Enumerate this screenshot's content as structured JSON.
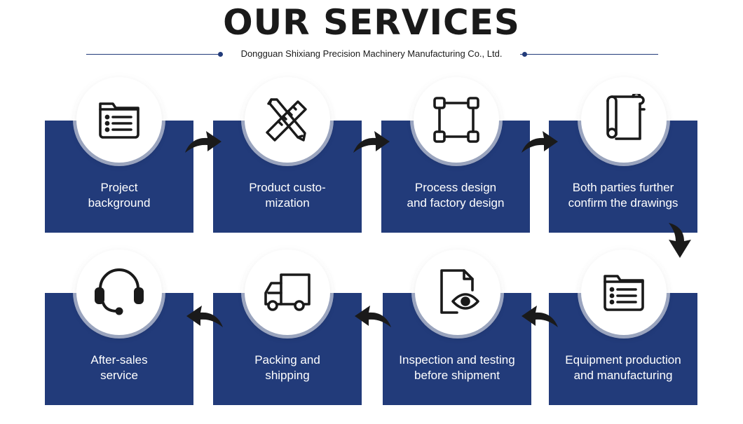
{
  "header": {
    "title": "OUR SERVICES",
    "subtitle": "Dongguan Shixiang Precision Machinery Manufacturing Co., Ltd."
  },
  "colors": {
    "card_blue": "#223b7a",
    "arrow": "#1a1a1a",
    "icon": "#1a1a1a"
  },
  "steps": [
    {
      "label": "Project\nbackground",
      "icon": "document-list-icon"
    },
    {
      "label": "Product custo-\nmization",
      "icon": "pencil-ruler-icon"
    },
    {
      "label": "Process design\nand factory design",
      "icon": "frame-nodes-icon"
    },
    {
      "label": "Both parties further\nconfirm the drawings",
      "icon": "blueprint-scroll-icon"
    },
    {
      "label": "Equipment production\nand manufacturing",
      "icon": "document-list-icon"
    },
    {
      "label": "Inspection and testing\nbefore shipment",
      "icon": "document-eye-icon"
    },
    {
      "label": "Packing and\nshipping",
      "icon": "delivery-truck-icon"
    },
    {
      "label": "After-sales\nservice",
      "icon": "headset-icon"
    }
  ]
}
